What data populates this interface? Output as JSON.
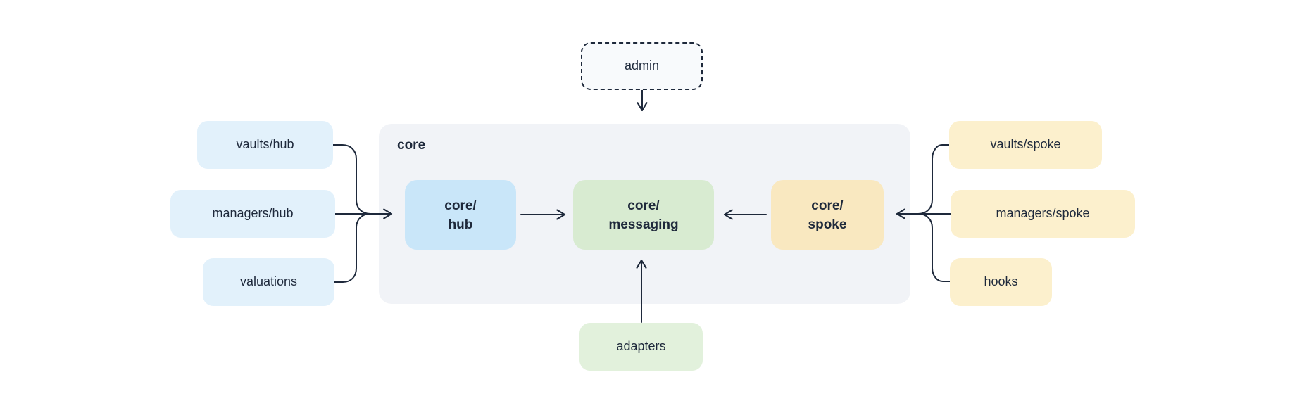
{
  "diagram": {
    "description_colors": {
      "background": "#ffffff",
      "core_group_bg": "#f1f3f7",
      "admin_bg": "#f8fafc",
      "hub_node_bg": "#c9e6f9",
      "messaging_node_bg": "#d8ebd1",
      "spoke_node_bg": "#f9e8c0",
      "left_pill_bg": "#e2f1fb",
      "right_pill_bg": "#fcf0cd",
      "adapters_pill_bg": "#e2f1dc",
      "edge_stroke": "#1e293b",
      "text": "#1e293b"
    },
    "admin": {
      "label": "admin"
    },
    "core_group": {
      "label": "core"
    },
    "core_hub": {
      "line1": "core/",
      "line2": "hub"
    },
    "core_messaging": {
      "line1": "core/",
      "line2": "messaging"
    },
    "core_spoke": {
      "line1": "core/",
      "line2": "spoke"
    },
    "left_nodes": [
      {
        "label": "vaults/hub"
      },
      {
        "label": "managers/hub"
      },
      {
        "label": "valuations"
      }
    ],
    "right_nodes": [
      {
        "label": "vaults/spoke"
      },
      {
        "label": "managers/spoke"
      },
      {
        "label": "hooks"
      }
    ],
    "adapters": {
      "label": "adapters"
    }
  }
}
